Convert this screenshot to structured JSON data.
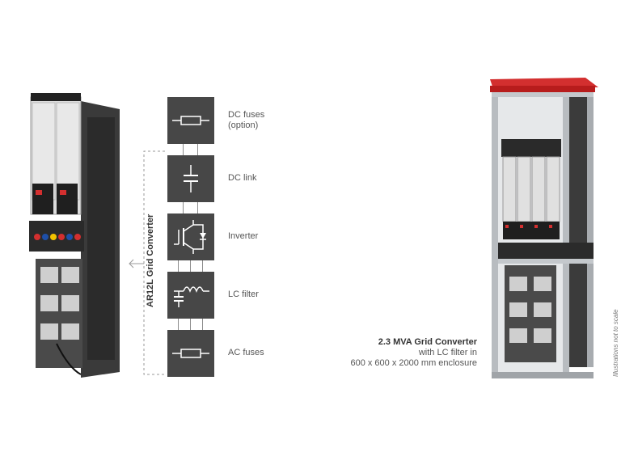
{
  "blocks": [
    {
      "label_line1": "DC fuses",
      "label_line2": "(option)",
      "icon": "fuse-icon"
    },
    {
      "label_line1": "DC link",
      "label_line2": "",
      "icon": "capacitor-icon"
    },
    {
      "label_line1": "Inverter",
      "label_line2": "",
      "icon": "transistor-icon"
    },
    {
      "label_line1": "LC filter",
      "label_line2": "",
      "icon": "inductor-capacitor-icon"
    },
    {
      "label_line1": "AC fuses",
      "label_line2": "",
      "icon": "fuse-icon"
    }
  ],
  "group_label": "AR12L Grid Converter",
  "caption": {
    "title": "2.3 MVA Grid Converter",
    "line2": "with LC filter in",
    "line3": "600 x 600 x 2000 mm enclosure"
  },
  "note": "Illustrations not to scale",
  "colors": {
    "block": "#474747",
    "cabinet_roof": "#d32f2f"
  }
}
